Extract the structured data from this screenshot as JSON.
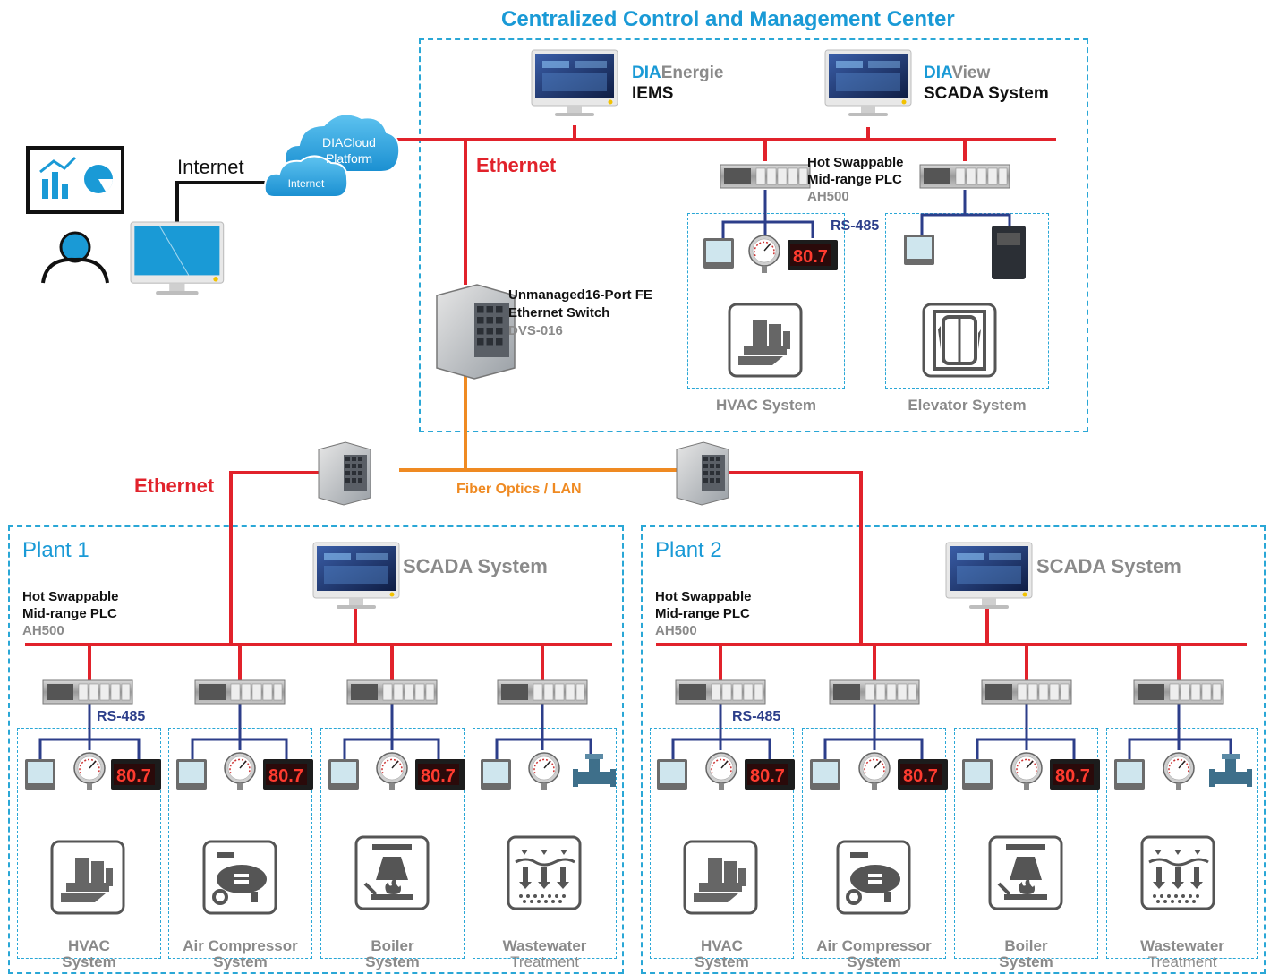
{
  "center": {
    "title": "Centralized Control and Management Center",
    "diaenergie_prefix": "DIA",
    "diaenergie_suffix": "Energie",
    "iems": "IEMS",
    "diaview_prefix": "DIA",
    "diaview_suffix": "View",
    "scada_system": "SCADA System",
    "ethernet": "Ethernet",
    "plc_line1": "Hot Swappable",
    "plc_line2": "Mid-range PLC",
    "plc_model": "AH500",
    "rs485": "RS-485",
    "switch_line1": "Unmanaged16-Port FE",
    "switch_line2": "Ethernet Switch",
    "switch_model": "DVS-016",
    "hvac": "HVAC System",
    "elevator": "Elevator System"
  },
  "remote": {
    "internet_label": "Internet",
    "cloud_big_line1": "DIACloud",
    "cloud_big_line2": "Platform",
    "cloud_small": "Internet"
  },
  "backbone": {
    "ethernet": "Ethernet",
    "fiber": "Fiber Optics / LAN"
  },
  "plant1": {
    "title": "Plant 1",
    "scada": "SCADA System",
    "plc_line1": "Hot Swappable",
    "plc_line2": "Mid-range PLC",
    "plc_model": "AH500",
    "rs485": "RS-485",
    "systems": [
      {
        "l1": "HVAC",
        "l2": "System"
      },
      {
        "l1": "Air Compressor",
        "l2": "System"
      },
      {
        "l1": "Boiler",
        "l2": "System"
      },
      {
        "l1": "Wastewater",
        "l2": "Treatment"
      }
    ]
  },
  "plant2": {
    "title": "Plant 2",
    "scada": "SCADA System",
    "plc_line1": "Hot Swappable",
    "plc_line2": "Mid-range PLC",
    "plc_model": "AH500",
    "rs485": "RS-485",
    "systems": [
      {
        "l1": "HVAC",
        "l2": "System"
      },
      {
        "l1": "Air Compressor",
        "l2": "System"
      },
      {
        "l1": "Boiler",
        "l2": "System"
      },
      {
        "l1": "Wastewater",
        "l2": "Treatment"
      }
    ]
  },
  "colors": {
    "ethernet": "#e1222b",
    "rs485": "#2c3e8a",
    "fiber": "#ef8a22",
    "accent": "#1a9ad6"
  }
}
